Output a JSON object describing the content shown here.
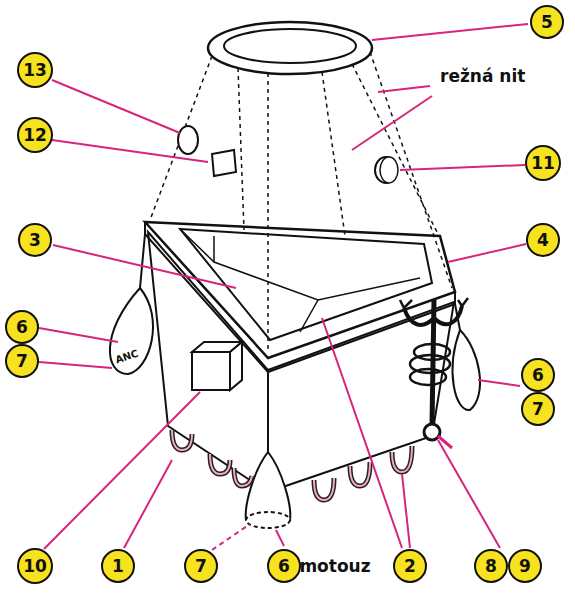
{
  "diagram": {
    "nodes": [
      {
        "text": [
          "5"
        ]
      },
      {
        "text": [
          "13"
        ]
      },
      {
        "text": [
          "12"
        ]
      },
      {
        "text": [
          "11"
        ]
      },
      {
        "text": [
          "3"
        ]
      },
      {
        "text": [
          "4"
        ]
      },
      {
        "text": [
          "6"
        ]
      },
      {
        "text": [
          "7"
        ]
      },
      {
        "text": [
          "6"
        ]
      },
      {
        "text": [
          "7"
        ]
      },
      {
        "text": [
          "10"
        ]
      },
      {
        "text": [
          "1"
        ]
      },
      {
        "text": [
          "7"
        ]
      },
      {
        "text": [
          "6"
        ]
      },
      {
        "text": [
          "2"
        ]
      },
      {
        "text": [
          "8"
        ]
      },
      {
        "text": [
          "9"
        ]
      }
    ],
    "labels": [
      "režná nit",
      "ANC",
      "motouz"
    ]
  }
}
